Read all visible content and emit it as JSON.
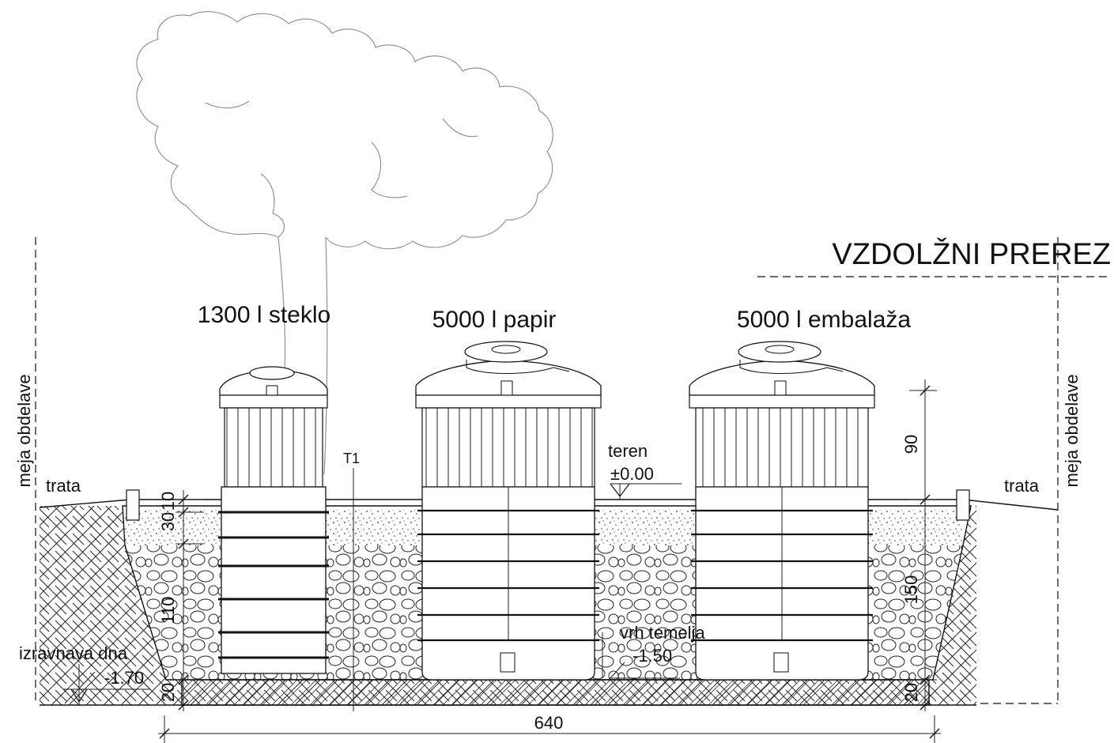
{
  "title": "VZDOLŽNI PREREZ",
  "tanks": [
    {
      "id": "steklo",
      "label": "1300 l steklo"
    },
    {
      "id": "papir",
      "label": "5000 l papir"
    },
    {
      "id": "embalaza",
      "label": "5000 l embalaža"
    }
  ],
  "boundary": {
    "left": "meja obdelave",
    "right": "meja obdelave"
  },
  "surface": {
    "left": "trata",
    "right": "trata"
  },
  "point_label": "T1",
  "terrain": {
    "label": "teren",
    "level": "±0.00"
  },
  "foundation_top": {
    "label": "vrh temelja",
    "level": "-1.50"
  },
  "bottom_leveling": {
    "label": "izravnava dna",
    "level": "-1.70"
  },
  "dimensions": {
    "left_top_30": "30",
    "left_top_10": "10",
    "left_110": "110",
    "left_20": "20",
    "right_90": "90",
    "right_150": "150",
    "right_20": "20",
    "total_width": "640"
  },
  "colors": {
    "line": "#111111",
    "tree": "#8a8a8a",
    "background": "#ffffff"
  }
}
